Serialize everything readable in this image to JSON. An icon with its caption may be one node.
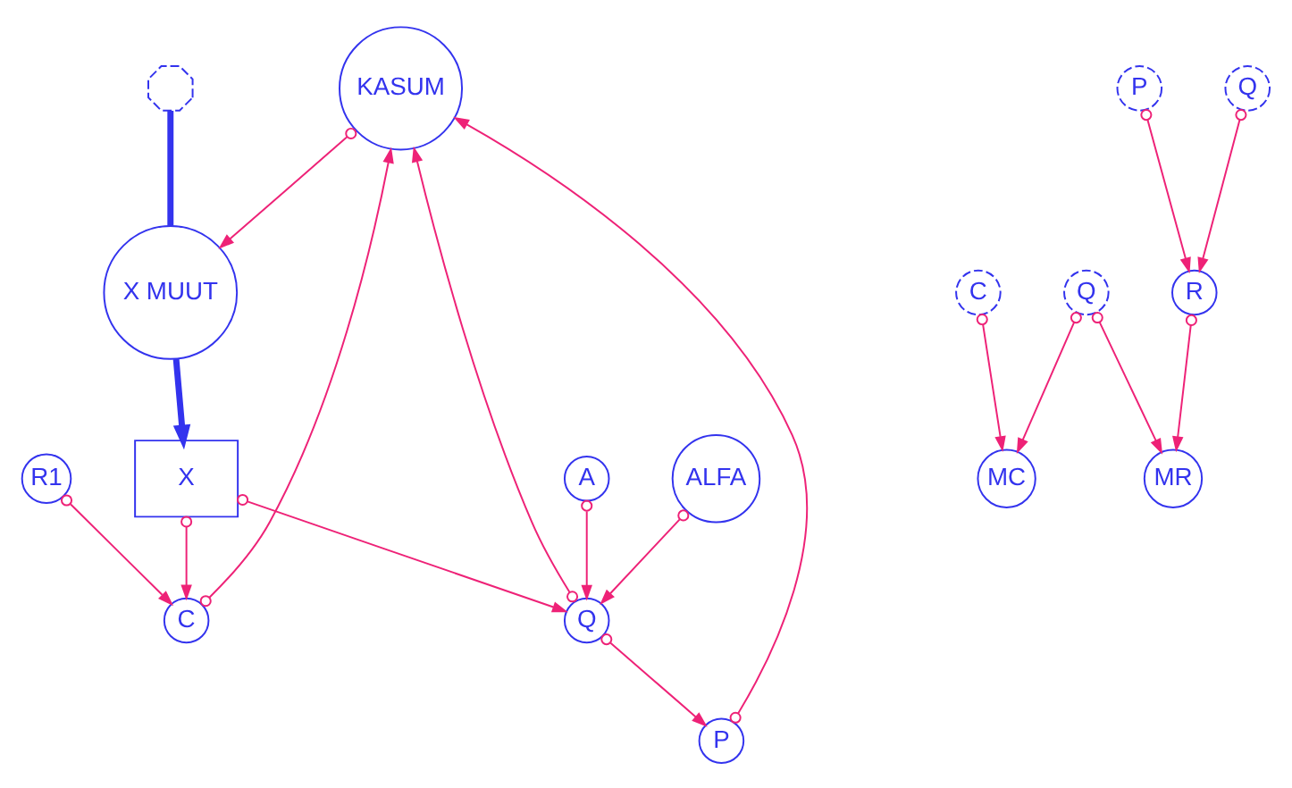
{
  "diagram": {
    "nodes": [
      {
        "text": [
          "KASUM"
        ]
      },
      {
        "text": [
          "R1"
        ]
      },
      {
        "text": [
          "C"
        ]
      },
      {
        "text": [
          "P"
        ]
      },
      {
        "text": [
          "A"
        ]
      },
      {
        "text": [
          "ALFA"
        ]
      },
      {
        "text": [
          "Q"
        ]
      },
      {
        "text": [
          "X"
        ]
      },
      {
        "text": [
          "X MUUT"
        ]
      },
      {
        "text": [],
        "shape": "cloud"
      },
      {
        "text": [
          "C"
        ]
      },
      {
        "text": [
          "MC"
        ]
      },
      {
        "text": [
          "Q"
        ]
      },
      {
        "text": [
          "MR"
        ]
      },
      {
        "text": [
          "P"
        ]
      },
      {
        "text": [
          "R"
        ]
      },
      {
        "text": [
          "Q"
        ]
      }
    ],
    "edges": [
      {
        "from": 1,
        "to": 2,
        "arrow": "to"
      },
      {
        "from": 2,
        "to": 0,
        "arrow": "to"
      },
      {
        "from": 3,
        "to": 0,
        "arrow": "to"
      },
      {
        "from": 6,
        "to": 0,
        "arrow": "to"
      },
      {
        "from": 6,
        "to": 3,
        "arrow": "to"
      },
      {
        "from": 5,
        "to": 6,
        "arrow": "to"
      },
      {
        "from": 4,
        "to": 6,
        "arrow": "to"
      },
      {
        "from": 7,
        "to": 2,
        "arrow": "to"
      },
      {
        "from": 7,
        "to": 6,
        "arrow": "to"
      },
      {
        "from": 0,
        "to": 8,
        "arrow": "to"
      },
      {
        "from": 9,
        "to": 8,
        "arrow": "none",
        "style": "thick",
        "color": "#3333ee"
      },
      {
        "from": 8,
        "to": 7,
        "arrow": "to",
        "style": "thick",
        "color": "#3333ee"
      },
      {
        "from": 10,
        "to": 11,
        "arrow": "to"
      },
      {
        "from": 12,
        "to": 11,
        "arrow": "to"
      },
      {
        "from": 12,
        "to": 13,
        "arrow": "to"
      },
      {
        "from": 14,
        "to": 15,
        "arrow": "to"
      },
      {
        "from": 15,
        "to": 13,
        "arrow": "to"
      },
      {
        "from": 16,
        "to": 15,
        "arrow": "to"
      }
    ]
  }
}
